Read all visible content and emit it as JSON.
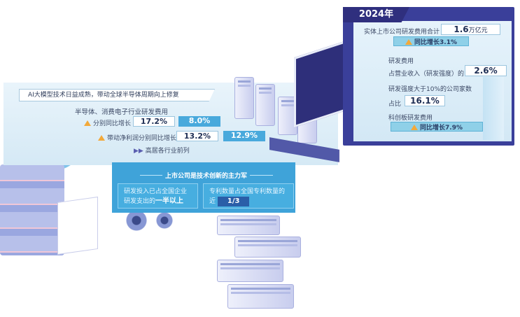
{
  "right_panel": {
    "year": "2024年",
    "total_label": "实体上市公司研发费用合计",
    "total_value": "1.6",
    "total_unit": "万亿元",
    "total_growth": "同比增长3.1%",
    "intensity_label1": "研发费用",
    "intensity_label2": "占营业收入（研发强度）的",
    "intensity_value": "2.6%",
    "over10_label": "研发强度大于10%的公司家数",
    "share_label": "占比",
    "share_value": "16.1%",
    "star_label": "科创板研发费用",
    "star_growth": "同比增长7.9%"
  },
  "left_panel": {
    "banner": "AI大模型技术日益成熟，带动全球半导体周期向上修复",
    "heading": "半导体、消费电子行业研发费用",
    "row1_label": "分别同比增长",
    "row1_values": [
      "17.2%",
      "8.0%"
    ],
    "row2_label": "带动净利润分别同比增长",
    "row2_values": [
      "13.2%",
      "12.9%"
    ],
    "rank_text": "高居各行业前列"
  },
  "blue_panel": {
    "heading": "上市公司是技术创新的主力军",
    "left_line1": "研发投入已占全国企业",
    "left_line2": "研发支出的",
    "left_bold": "一半以上",
    "right_line1": "专利数量占全国专利数量的",
    "right_near": "近",
    "right_value": "1/3"
  },
  "colors": {
    "frame": "#3a3f9a",
    "accent_blue": "#49a9dc",
    "triangle": "#f2a93b"
  }
}
